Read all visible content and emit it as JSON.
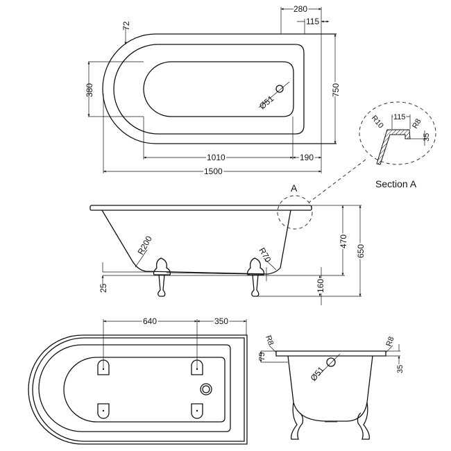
{
  "top_view": {
    "dim_280": "280",
    "dim_115": "115",
    "dim_72": "72",
    "dim_380": "380",
    "dim_750": "750",
    "dim_1010": "1010",
    "dim_190": "190",
    "dim_1500": "1500",
    "waste_diameter": "Ø51"
  },
  "section_a": {
    "title": "Section A",
    "radius_r10": "R10",
    "dim_115": "115",
    "radius_r8": "R8",
    "dim_35": "35"
  },
  "side_view": {
    "callout": "A",
    "radius_r200": "R200",
    "radius_r70": "R70",
    "dim_470": "470",
    "dim_650": "650",
    "dim_160": "160",
    "dim_25": "25"
  },
  "underside_view": {
    "dim_640": "640",
    "dim_350": "350"
  },
  "end_view": {
    "radius_left": "R8",
    "radius_right": "R8",
    "dim_75": "75",
    "dim_35": "35",
    "waste_diameter": "Ø51"
  }
}
